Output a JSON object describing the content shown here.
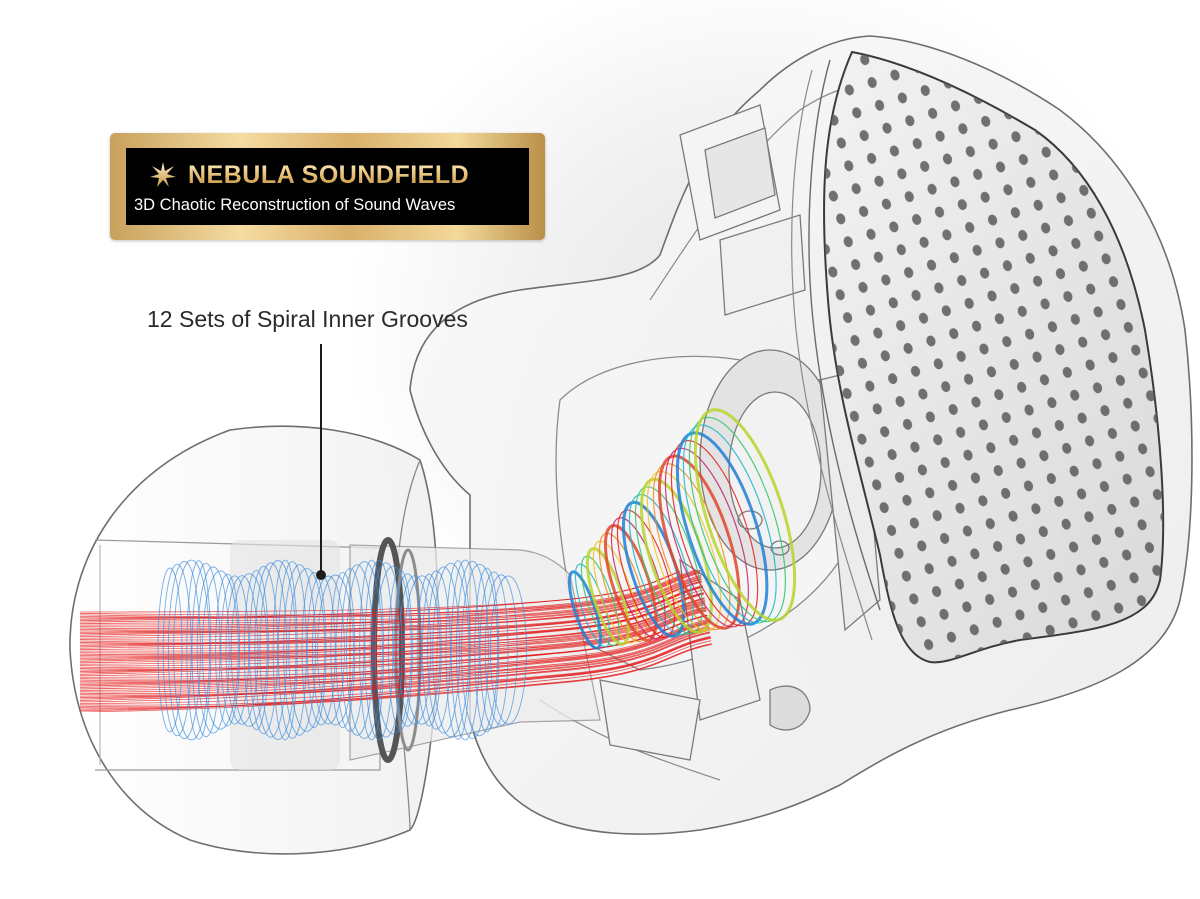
{
  "badge": {
    "title": "NEBULA SOUNDFIELD",
    "subtitle": "3D Chaotic Reconstruction of Sound Waves",
    "icon": "starburst-icon",
    "colors": {
      "gold_light": "#f5dca2",
      "gold_dark": "#b98f48",
      "background": "#000000"
    }
  },
  "callout": {
    "label": "12 Sets of Spiral Inner Grooves"
  },
  "colors": {
    "flow_red": "#e41c1c",
    "groove_blue": "#3d8fe0",
    "outline": "#6e6e6e"
  }
}
